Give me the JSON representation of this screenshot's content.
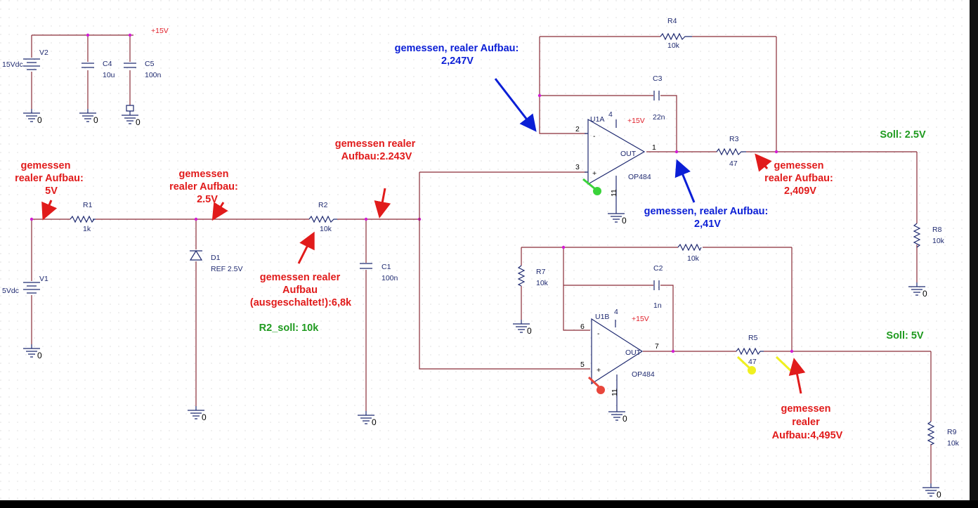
{
  "components": {
    "V2": {
      "ref": "V2",
      "value": "15Vdc"
    },
    "C4": {
      "ref": "C4",
      "value": "10u"
    },
    "C5": {
      "ref": "C5",
      "value": "100n"
    },
    "V1": {
      "ref": "V1",
      "value": "5Vdc"
    },
    "R1": {
      "ref": "R1",
      "value": "1k"
    },
    "D1": {
      "ref": "D1",
      "value": "REF 2.5V"
    },
    "R2": {
      "ref": "R2",
      "value": "10k"
    },
    "C1": {
      "ref": "C1",
      "value": "100n"
    },
    "R4": {
      "ref": "R4",
      "value": "10k"
    },
    "C3": {
      "ref": "C3",
      "value": "22n"
    },
    "U1A": {
      "ref": "U1A",
      "part": "OP484",
      "out": "OUT",
      "unit": "4",
      "gnd_pin": "11"
    },
    "R3": {
      "ref": "R3",
      "value": "47"
    },
    "R8": {
      "ref": "R8",
      "value": "10k"
    },
    "R6": {
      "value": "10k"
    },
    "R7": {
      "ref": "R7",
      "value": "10k"
    },
    "C2": {
      "ref": "C2",
      "value": "1n"
    },
    "U1B": {
      "ref": "U1B",
      "part": "OP484",
      "out": "OUT",
      "unit": "4",
      "gnd_pin": "11"
    },
    "R5": {
      "ref": "R5",
      "value": "47"
    },
    "R9": {
      "ref": "R9",
      "value": "10k"
    }
  },
  "pins": {
    "u1a_inv": "2",
    "u1a_noninv": "3",
    "u1a_out": "1",
    "u1b_inv": "6",
    "u1b_noninv": "5",
    "u1b_out": "7",
    "minus": "-",
    "plus": "+"
  },
  "net_labels": {
    "plus15": "+15V",
    "ground": "0"
  },
  "annotations": {
    "a5v": [
      "gemessen",
      "realer Aufbau:",
      "5V"
    ],
    "a25v": [
      "gemessen",
      "realer Aufbau:",
      "2.5V"
    ],
    "r2meas": [
      "gemessen realer",
      "Aufbau",
      "(ausgeschaltet!):6,8k"
    ],
    "r2soll": "R2_soll: 10k",
    "a2243": [
      "gemessen realer",
      "Aufbau:2.243V"
    ],
    "a2247": [
      "gemessen, realer Aufbau:",
      "2,247V"
    ],
    "a241": [
      "gemessen, realer Aufbau:",
      "2,41V"
    ],
    "a2409": [
      "gemessen",
      "realer Aufbau:",
      "2,409V"
    ],
    "soll25": "Soll: 2.5V",
    "soll5": "Soll: 5V",
    "a4495": [
      "gemessen",
      "realer",
      "Aufbau:4,495V"
    ]
  },
  "colors": {
    "wire": "#8a2c37",
    "symbol": "#1f2a70",
    "node": "#d21cd2",
    "annotation_red": "#e11b1b",
    "annotation_blue": "#0b1fd6",
    "annotation_green": "#1f9a1f",
    "probe_yellow": "#f0f020"
  }
}
